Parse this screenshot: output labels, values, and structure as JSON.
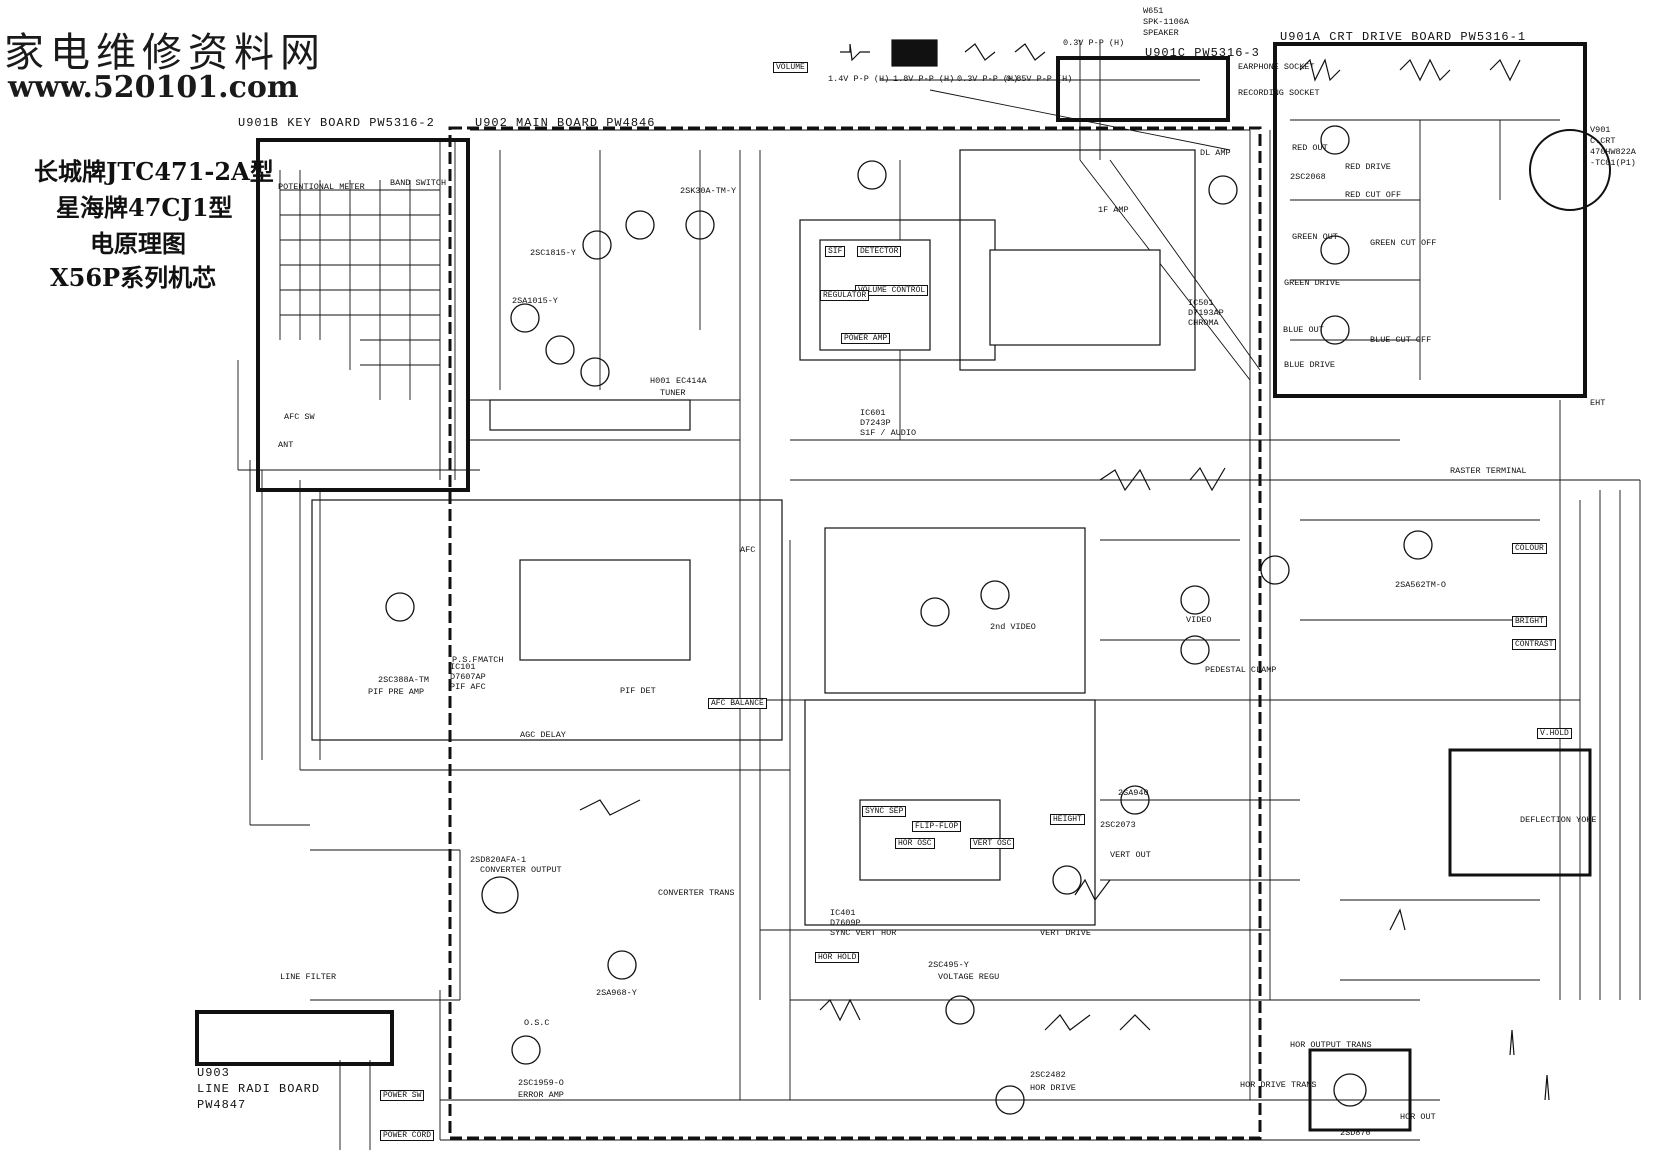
{
  "watermark": {
    "site_name": "家电维修资料网",
    "url": "www.520101.com"
  },
  "title": {
    "line1": "长城牌JTC471-2A型",
    "line2": "星海牌47CJ1型",
    "line3": "电原理图",
    "line4": "X56P系列机芯"
  },
  "boards": {
    "key_board": "U901B KEY BOARD PW5316-2",
    "main_board": "U902 MAIN BOARD PW4846",
    "pw5316_3": "U901C PW5316-3",
    "crt_drive": "U901A CRT DRIVE BOARD PW5316-1",
    "line_radi_1": "U903",
    "line_radi_2": "LINE RADI BOARD",
    "line_radi_3": "PW4847"
  },
  "speaker": {
    "ref": "W651",
    "model": "SPK-1106A",
    "label": "SPEAKER"
  },
  "sockets": {
    "earphone": "EARPHONE SOCKET",
    "recording": "RECORDING SOCKET"
  },
  "waveforms_top": [
    "1.4V P-P (H)",
    "1.8V P-P (H)",
    "0.3V P-P (H)",
    "0.85V P-P (H)",
    "0.3V P-P (H)"
  ],
  "crt": {
    "ref": "V901",
    "label": "C.CRT",
    "model": "470HW822A",
    "type": "-TC01(P1)",
    "eht": "EHT"
  },
  "ic_blocks": [
    {
      "ref": "IC101",
      "model": "D7607AP",
      "func": "PIF AFC"
    },
    {
      "ref": "IC601",
      "model": "D7243P",
      "func": "S1F / AUDIO"
    },
    {
      "ref": "IC501",
      "model": "D7193AP",
      "func": "CHROMA"
    },
    {
      "ref": "IC401",
      "model": "D7609P",
      "func": "SYNC VERT HOR"
    }
  ],
  "tuner": {
    "ref": "H001",
    "model": "EC414A",
    "label": "TUNER"
  },
  "transistors": [
    "2SC388A-TM",
    "2SC1815-Y",
    "2SA1015-Y",
    "2SC2068",
    "2SC495-Y",
    "2SC2073",
    "2SA940",
    "2SC2482",
    "2SD870",
    "2SD820AFA-1",
    "2SA968-Y",
    "2SA562TM-O",
    "2SC1959-O",
    "2SK30A-TM-Y"
  ],
  "function_labels": [
    "PIF PRE AMP",
    "PIF DET",
    "AFC",
    "AFC BALANCE",
    "AGC DELAY",
    "P.S.F",
    "MATCH",
    "2nd VIDEO",
    "VIDEO",
    "PEDESTAL CLAMP",
    "VERT DRIVE",
    "VERT OUT",
    "HOR DRIVE",
    "HOR OUTPUT TRANS",
    "HOR OUT",
    "HOR HOLD",
    "VOLTAGE REGU",
    "CONVERTER OUTPUT",
    "CONVERTER TRANS",
    "ERROR AMP",
    "O.S.C",
    "LINE FILTER",
    "POWER SW",
    "POWER CORD",
    "COLOUR",
    "BRIGHT",
    "CONTRAST",
    "V.HOLD",
    "RASTER TERMINAL",
    "DEFLECTION YOKE",
    "HOR DRIVE TRANS",
    "SYNC SEP",
    "FLIP-FLOP",
    "VERT OSC",
    "HOR OSC",
    "HEIGHT",
    "BAND SWITCH",
    "POTENTIONAL METER",
    "AFC SW",
    "VOLUME",
    "1F AMP",
    "DL AMP",
    "RED OUT",
    "GREEN OUT",
    "BLUE OUT",
    "RED DRIVE",
    "GREEN DRIVE",
    "BLUE DRIVE",
    "RED CUT OFF",
    "GREEN CUT OFF",
    "BLUE CUT OFF",
    "POWER AMP",
    "SIF",
    "DETECTOR",
    "VOLUME CONTROL",
    "REGULATOR",
    "ANT"
  ],
  "colors": {
    "ink": "#111111",
    "paper": "#ffffff"
  }
}
